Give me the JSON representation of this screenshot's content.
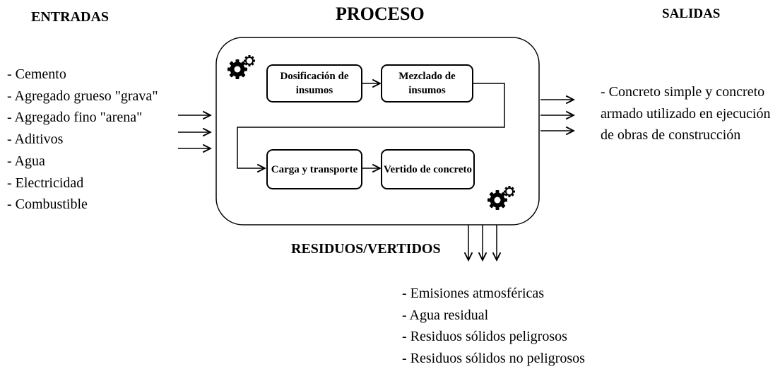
{
  "headers": {
    "entradas": "ENTRADAS",
    "proceso": "PROCESO",
    "salidas": "SALIDAS",
    "residuos": "RESIDUOS/VERTIDOS"
  },
  "entradas": [
    "- Cemento",
    "- Agregado grueso \"grava\"",
    "- Agregado fino \"arena\"",
    "- Aditivos",
    "- Agua",
    "- Electricidad",
    "- Combustible"
  ],
  "process_steps": {
    "dosificacion": "Dosificación de insumos",
    "mezclado": "Mezclado de insumos",
    "carga": "Carga y transporte",
    "vertido": "Vertido de concreto"
  },
  "salidas": "- Concreto simple y concreto armado utilizado en ejecución de obras de construcción",
  "residuos": [
    "- Emisiones atmosféricas",
    "- Agua residual",
    "- Residuos sólidos peligrosos",
    "- Residuos sólidos no peligrosos"
  ],
  "icons": [
    "gears-icon",
    "gears-icon"
  ]
}
